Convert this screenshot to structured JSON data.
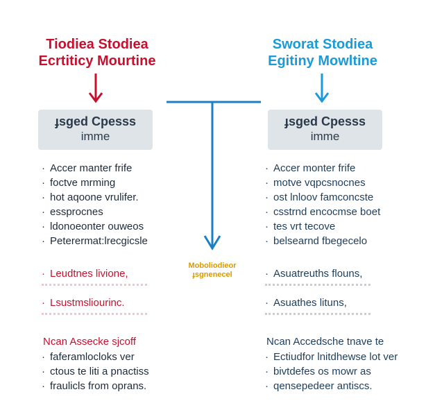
{
  "left": {
    "title_line1": "Tiodiea Stodiea",
    "title_line2": "Ecrtiticy Mourtine",
    "box_line1": "ɟsged Cpesss",
    "box_line2": "imme",
    "bullets": [
      "Accer manter frife",
      "foctve mrming",
      "hot aqoone vrulifer.",
      "essprocnes",
      "ldonoeonter ouweos",
      "Peterermat:lrecgicsle"
    ],
    "red_items": [
      "Leudtnes livione,",
      "Lsustmsliourinc."
    ],
    "outro_head": "Ncan Assecke sjcoff",
    "outro_items": [
      "faferamlocloks ver",
      "ctous te liti a pnactiss",
      "fraulicls from oprans."
    ]
  },
  "right": {
    "title_line1": "Sworat Stodiea",
    "title_line2": "Egitiny Mowltine",
    "box_line1": "ɟsged Cpesss",
    "box_line2": "imme",
    "bullets": [
      "Accer monter frife",
      "motve vqpcsnocnes",
      "ost lnloov famconcste",
      "csstrnd encocmse boet",
      "tes vrt tecove",
      "belsearnd fbegecelo"
    ],
    "items2": [
      "Asuatreuths flouns,",
      "Asuathes lituns,"
    ],
    "outro_head": "Ncan Accedsche tnave te",
    "outro_items": [
      "Ectiudfor lnitdhewse lot ver",
      "bivtdefes os mowr as",
      "qensepedeer antiscs."
    ]
  },
  "middle": {
    "label_line1": "Moboliodieor",
    "label_line2": "ɟsgnenecel"
  },
  "colors": {
    "red": "#c8102e",
    "blue": "#1a9bd7",
    "orange": "#d99a00",
    "box": "#dfe4e8"
  }
}
